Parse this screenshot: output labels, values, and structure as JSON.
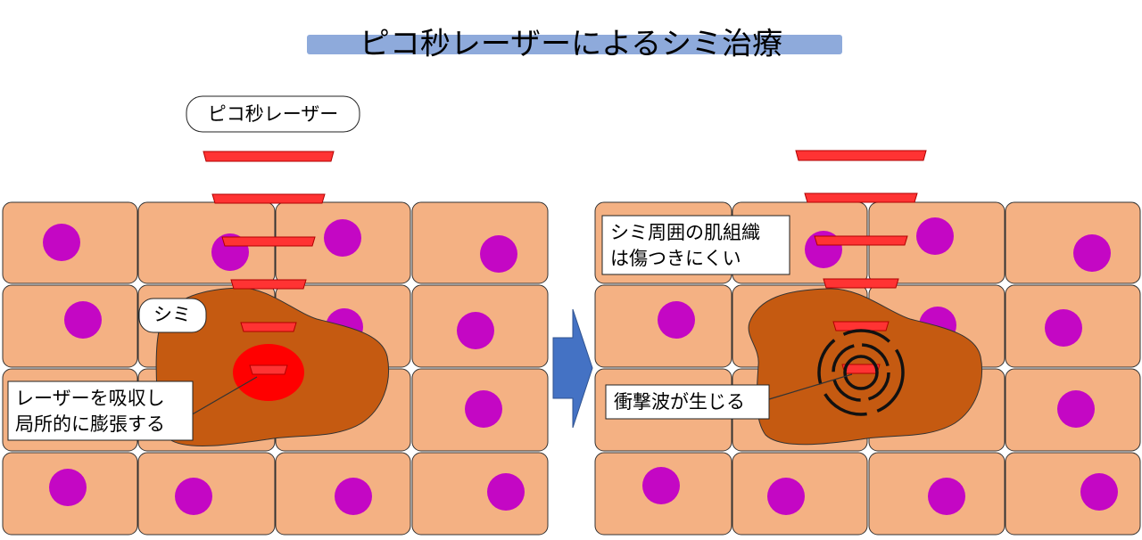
{
  "title": "ピコ秒レーザーによるシミ治療",
  "labels": {
    "laser": "ピコ秒レーザー",
    "spot": "シミ",
    "absorb_line1": "レーザーを吸収し",
    "absorb_line2": "局所的に膨張する",
    "tissue_line1": "シミ周囲の肌組織",
    "tissue_line2": "は傷つきにくい",
    "shockwave": "衝撃波が生じる"
  },
  "colors": {
    "title_bar": "#8eaadb",
    "cell_fill": "#f4b183",
    "nucleus": "#c407c4",
    "spot": "#c55a11",
    "laser": "#ff3333",
    "absorb_core": "#ff0000",
    "arrow": "#4472c4"
  },
  "icons": {
    "process_arrow": "right-arrow-icon",
    "shockwave": "concentric-arcs-icon"
  }
}
